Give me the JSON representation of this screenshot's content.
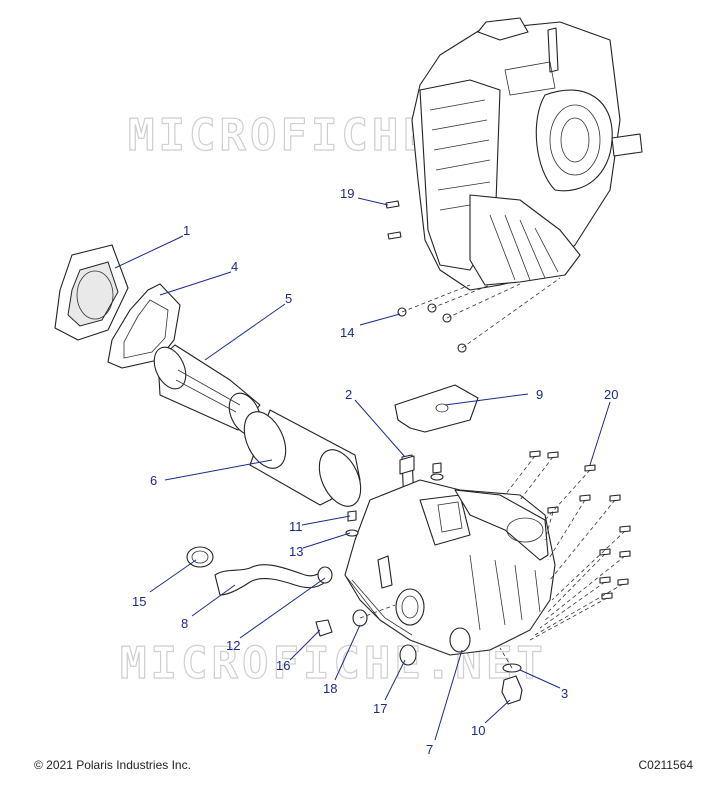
{
  "watermark": "MICROFICHE.NET",
  "copyright": "© 2021 Polaris Industries Inc.",
  "figure_code": "C0211564",
  "callouts": [
    {
      "id": "19",
      "label": "19"
    },
    {
      "id": "1",
      "label": "1"
    },
    {
      "id": "4",
      "label": "4"
    },
    {
      "id": "5",
      "label": "5"
    },
    {
      "id": "14",
      "label": "14"
    },
    {
      "id": "2",
      "label": "2"
    },
    {
      "id": "9",
      "label": "9"
    },
    {
      "id": "20",
      "label": "20"
    },
    {
      "id": "6",
      "label": "6"
    },
    {
      "id": "11",
      "label": "11"
    },
    {
      "id": "13",
      "label": "13"
    },
    {
      "id": "15",
      "label": "15"
    },
    {
      "id": "8",
      "label": "8"
    },
    {
      "id": "12",
      "label": "12"
    },
    {
      "id": "16",
      "label": "16"
    },
    {
      "id": "18",
      "label": "18"
    },
    {
      "id": "17",
      "label": "17"
    },
    {
      "id": "3",
      "label": "3"
    },
    {
      "id": "10",
      "label": "10"
    },
    {
      "id": "7",
      "label": "7"
    }
  ]
}
